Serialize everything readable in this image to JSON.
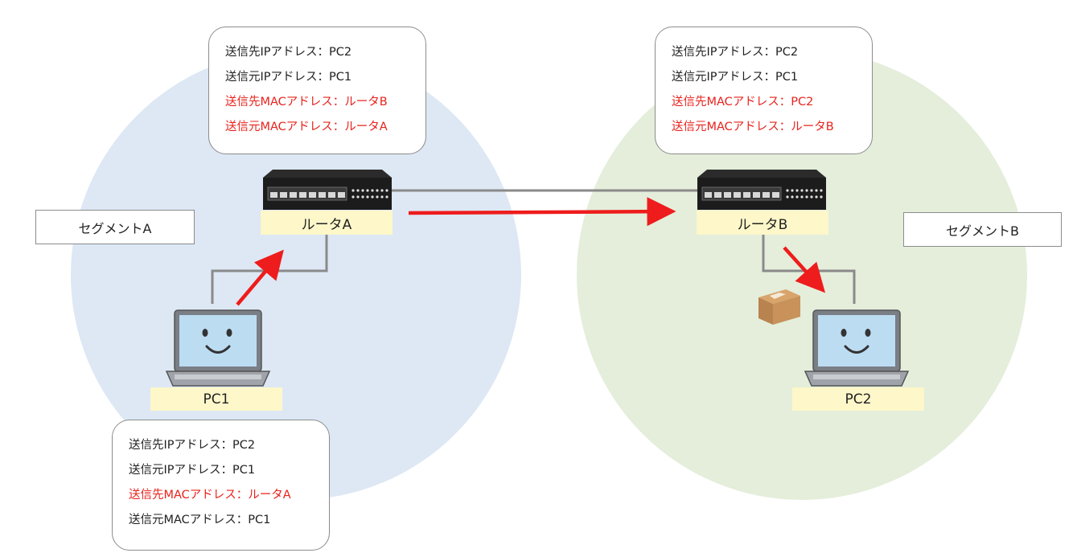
{
  "segments": {
    "a": {
      "label": "セグメントA",
      "color": "#dde8f4"
    },
    "b": {
      "label": "セグメントB",
      "color": "#e4eedb"
    }
  },
  "devices": {
    "router_a": {
      "label": "ルータA"
    },
    "router_b": {
      "label": "ルータB"
    },
    "pc1": {
      "label": "PC1"
    },
    "pc2": {
      "label": "PC2"
    }
  },
  "colors": {
    "arrow": "#ee1c1c",
    "highlight_text": "#e8231d",
    "cable": "#8a8a8a",
    "label_bg": "#fdf7c9"
  },
  "info_boxes": {
    "router_a": [
      {
        "text": "送信先IPアドレス：PC2",
        "highlight": false
      },
      {
        "text": "送信元IPアドレス：PC1",
        "highlight": false
      },
      {
        "text": "送信先MACアドレス：ルータB",
        "highlight": true
      },
      {
        "text": "送信元MACアドレス：ルータA",
        "highlight": true
      }
    ],
    "router_b": [
      {
        "text": "送信先IPアドレス：PC2",
        "highlight": false
      },
      {
        "text": "送信元IPアドレス：PC1",
        "highlight": false
      },
      {
        "text": "送信先MACアドレス：PC2",
        "highlight": true
      },
      {
        "text": "送信元MACアドレス：ルータB",
        "highlight": true
      }
    ],
    "pc1": [
      {
        "text": "送信先IPアドレス：PC2",
        "highlight": false
      },
      {
        "text": "送信元IPアドレス：PC1",
        "highlight": false
      },
      {
        "text": "送信先MACアドレス：ルータA",
        "highlight": true
      },
      {
        "text": "送信元MACアドレス：PC1",
        "highlight": false
      }
    ]
  }
}
